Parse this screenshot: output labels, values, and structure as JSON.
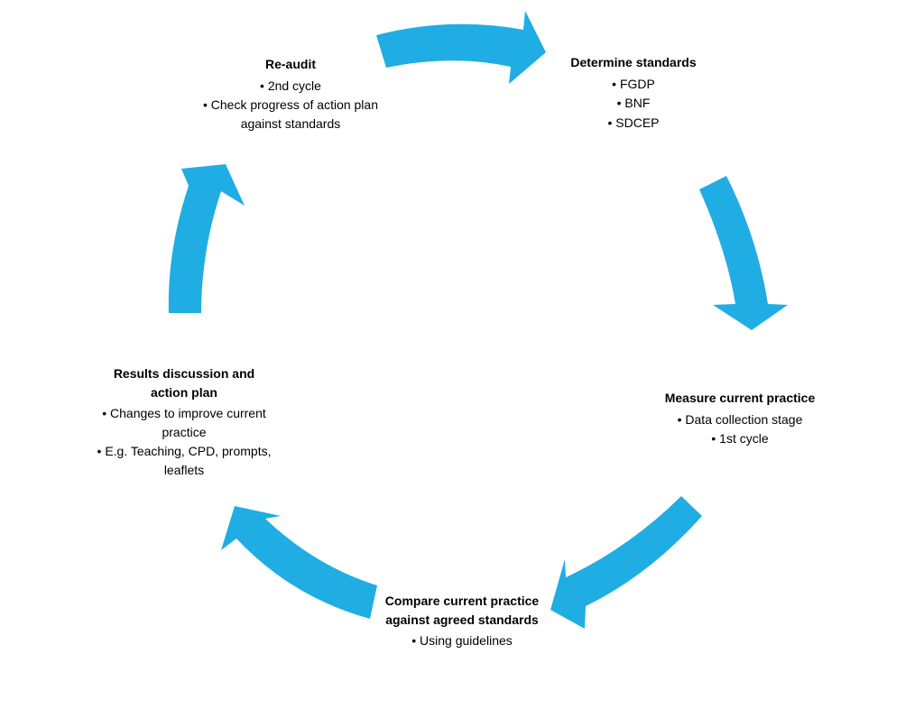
{
  "colors": {
    "arrow": "#1FADE4",
    "text": "#000000",
    "background": "#FFFFFF"
  },
  "stages": {
    "reaudit": {
      "title": "Re-audit",
      "bullets": [
        "2nd cycle",
        "Check progress of action plan against standards"
      ]
    },
    "determine": {
      "title": "Determine standards",
      "bullets": [
        "FGDP",
        "BNF",
        "SDCEP"
      ]
    },
    "measure": {
      "title": "Measure current practice",
      "bullets": [
        "Data collection stage",
        "1st cycle"
      ]
    },
    "compare": {
      "title": "Compare current practice against agreed standards",
      "bullets": [
        "Using guidelines"
      ]
    },
    "results": {
      "title": "Results discussion and action plan",
      "bullets": [
        "Changes to improve current practice",
        "E.g. Teaching, CPD, prompts, leaflets"
      ]
    }
  }
}
